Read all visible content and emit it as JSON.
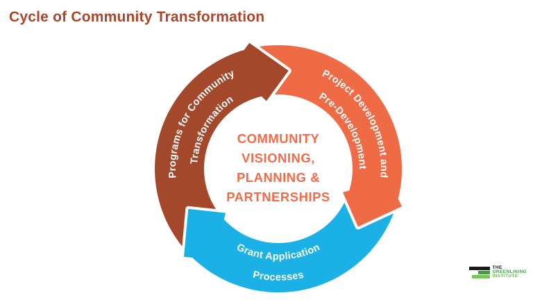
{
  "title": "Cycle of Community Transformation",
  "title_color": "#AC4629",
  "background_color": "#FFFFFF",
  "center_label": {
    "line1": "COMMUNITY",
    "line2": "VISIONING,",
    "line3": "PLANNING &",
    "line4": "PARTNERSHIPS",
    "color": "#F26C47"
  },
  "cycle": {
    "direction": "clockwise",
    "label_text_color": "#FFFFFF",
    "segments": [
      {
        "name": "Programs for Community Transformation",
        "line1": "Programs for Community",
        "line2": "Transformation",
        "color": "#A4482C",
        "position": "upper-left"
      },
      {
        "name": "Project Development and Pre-Development",
        "line1": "Project Development and",
        "line2": "Pre-Development",
        "color": "#EE6B45",
        "position": "upper-right"
      },
      {
        "name": "Grant Application Processes",
        "line1": "Grant Application",
        "line2": "Processes",
        "color": "#1CB1E6",
        "position": "bottom"
      }
    ]
  },
  "logo": {
    "line1": "THE",
    "line2": "GREENLINING",
    "line3": "INSTITUTE",
    "line1_color": "#1A1A1A",
    "line2_color": "#3EA047",
    "line3_color": "#6FBE4F",
    "bar1_color": "#1A1A1A",
    "bar2_color": "#449B43",
    "bar3_color": "#7DC45C"
  }
}
